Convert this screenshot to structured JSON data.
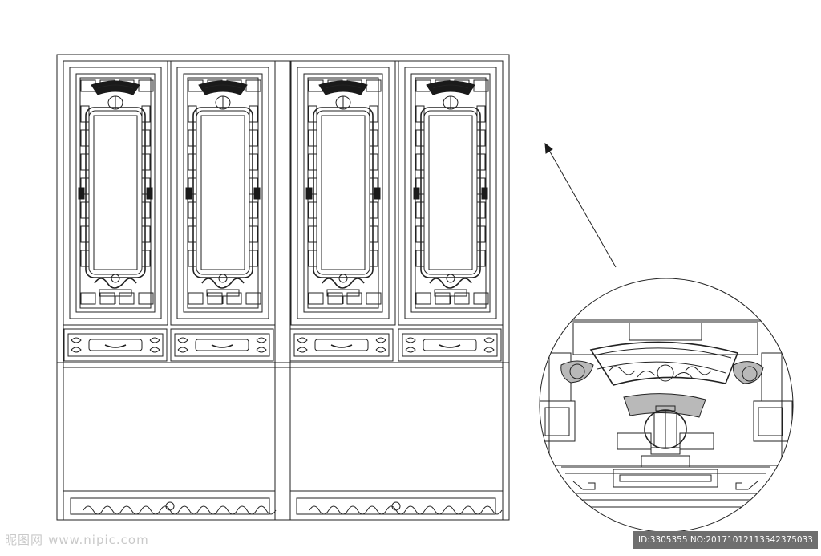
{
  "watermark": {
    "site_logo": "昵图网",
    "site_url": "www.nipic.com",
    "image_id": "ID:3305355 NO:20171012113542375033"
  },
  "colors": {
    "line": "#222222",
    "fill_dark": "#1a1a1a",
    "fill_gray": "#b9b9b9",
    "watermark_bg": "#6f6f6f"
  }
}
